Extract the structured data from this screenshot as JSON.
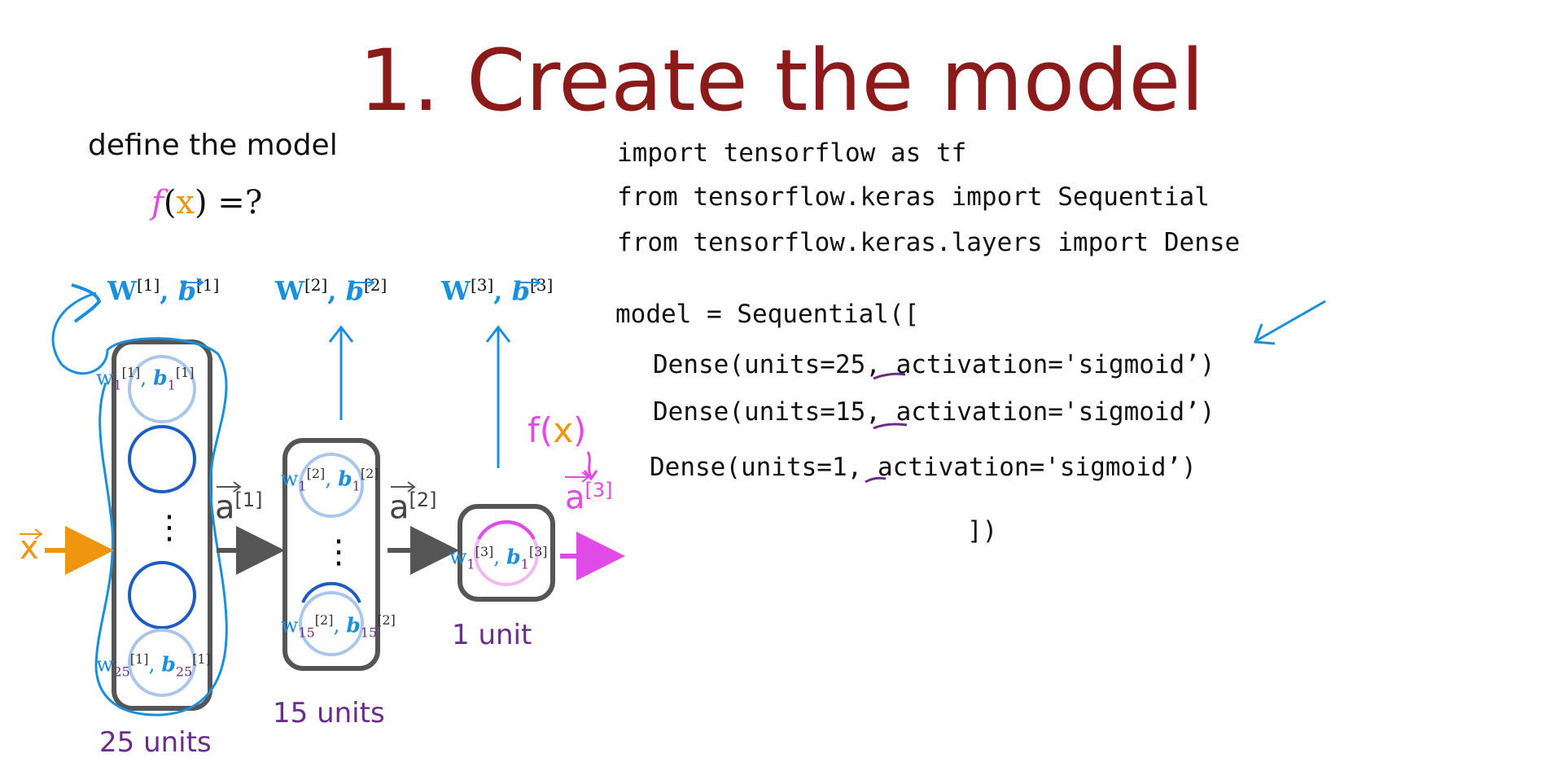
{
  "slide": {
    "title": "1. Create the model"
  },
  "left": {
    "define_label": "define the model",
    "fx_f": "f",
    "fx_x": "x",
    "fx_rest": ") =?",
    "fx_open": "("
  },
  "params": {
    "layer1": "W",
    "layer1_sup": "[1]",
    "layer1_b": "b",
    "layer1_bsup": "[1]",
    "layer2": "W",
    "layer2_sup": "[2]",
    "layer2_b": "b",
    "layer2_bsup": "[2]",
    "layer3": "W",
    "layer3_sup": "[3]",
    "layer3_b": "b",
    "layer3_bsup": "[3]"
  },
  "network": {
    "input_label": "x",
    "a1_label": "a",
    "a1_sup": "[1]",
    "a2_label": "a",
    "a2_sup": "[2]",
    "a3_label": "a",
    "a3_sup": "[3]",
    "units1": "25 units",
    "units2": "15 units",
    "units3": "1 unit",
    "dots": "⋮",
    "neuron_w": "w",
    "neuron_b": "b",
    "n1_top_sup": "[1]",
    "n1_top_sub": "1",
    "n1_bot_sup": "[1]",
    "n1_bot_sub": "25",
    "n2_top_sup": "[2]",
    "n2_top_sub": "1",
    "n2_bot_sup": "[2]",
    "n2_bot_sub": "15",
    "n3_sup": "[3]",
    "n3_sub": "1",
    "handwritten_f": "f",
    "handwritten_x": "x"
  },
  "code": {
    "line1": "import tensorflow as tf",
    "line2": "from tensorflow.keras import Sequential",
    "line3": "from tensorflow.keras.layers import Dense",
    "line4": "model = Sequential([",
    "line5": "Dense(units=25, activation='sigmoid’)",
    "line6": "Dense(units=15, activation='sigmoid’)",
    "line7": "Dense(units=1, activation='sigmoid’)",
    "line8": "])"
  },
  "colors": {
    "title": "#8b1a1a",
    "blue": "#1a8fdc",
    "purple": "#6a2d8c",
    "orange": "#f0960e",
    "magenta": "#e04ae6"
  }
}
